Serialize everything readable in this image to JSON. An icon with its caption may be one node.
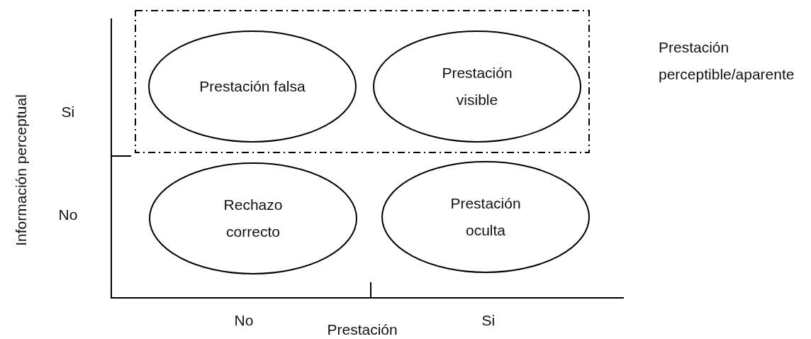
{
  "diagram": {
    "nodes": [
      {
        "text": [
          "Prestación perceptible/aparente"
        ]
      },
      {
        "text": [
          "Prestación falsa"
        ],
        "in": 0
      },
      {
        "text": [
          "Prestación visible"
        ],
        "in": 0
      },
      {
        "text": [
          "Rechazo correcto"
        ]
      },
      {
        "text": [
          "Prestación oculta"
        ]
      }
    ],
    "labels": [
      "Información perceptual",
      "Si",
      "No",
      "No",
      "Prestación",
      "Si"
    ]
  }
}
